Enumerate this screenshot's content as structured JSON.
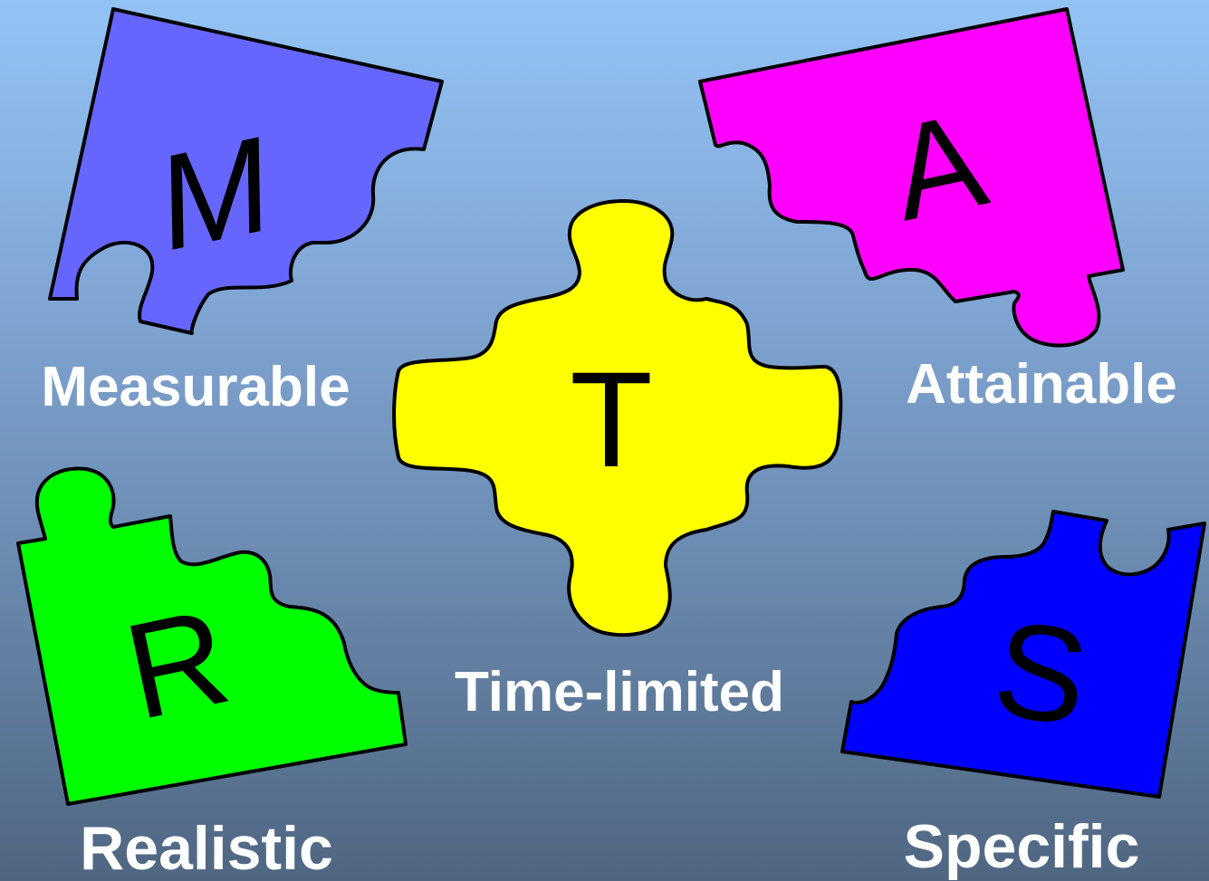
{
  "pieces": {
    "measurable": {
      "letter": "M",
      "label": "Measurable",
      "color": "#6666ff"
    },
    "attainable": {
      "letter": "A",
      "label": "Attainable",
      "color": "#ff00ff"
    },
    "time_limited": {
      "letter": "T",
      "label": "Time-limited",
      "color": "#ffff00"
    },
    "realistic": {
      "letter": "R",
      "label": "Realistic",
      "color": "#00ff00"
    },
    "specific": {
      "letter": "S",
      "label": "Specific",
      "color": "#0000ff"
    }
  },
  "background": {
    "top": "#93c3f5",
    "bottom": "#4f6681"
  }
}
